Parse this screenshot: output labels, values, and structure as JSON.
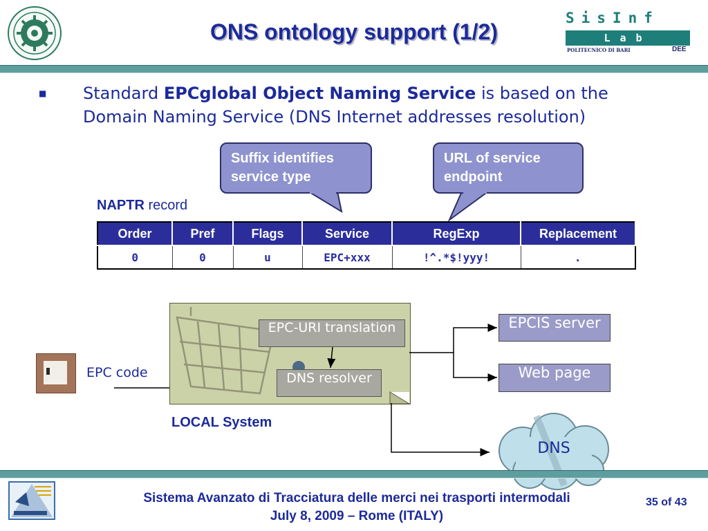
{
  "title": "ONS ontology support (1/2)",
  "header": {
    "brand_top": "SisInf",
    "brand_bar": "Lab",
    "brand_institution": "POLITECNICO DI BARI",
    "brand_dept": "DEE"
  },
  "bullet": {
    "pre": "Standard ",
    "bold": "EPCglobal Object Naming Service",
    "post": " is based on the Domain Naming Service (DNS Internet addresses resolution)"
  },
  "callouts": {
    "suffix": "Suffix identifies service type",
    "url": "URL of service endpoint"
  },
  "naptr": {
    "bold": "NAPTR",
    "rest": " record"
  },
  "table": {
    "headers": [
      "Order",
      "Pref",
      "Flags",
      "Service",
      "RegExp",
      "Replacement"
    ],
    "row": [
      "0",
      "0",
      "u",
      "EPC+xxx",
      "!^.*$!yyy!",
      "."
    ]
  },
  "diagram": {
    "epc_code": "EPC code",
    "epc_uri": "EPC-URI translation",
    "dns_resolver": "DNS resolver",
    "local_system": "LOCAL System",
    "epcis_server": "EPCIS server",
    "web_page": "Web page",
    "dns": "DNS"
  },
  "footer": {
    "line1": "Sistema Avanzato di Tracciatura delle merci nei trasporti intermodali",
    "line2": "July 8, 2009 – Rome (ITALY)",
    "page": "35 of 43"
  },
  "colors": {
    "title": "#1c2a9a",
    "accent_teal": "#1e7e7a",
    "callout": "#8e93cf",
    "table_header": "#2b2e9a",
    "local_system": "#ccd2a8",
    "server_box": "#9a9bc8",
    "cloud": "#bfe0ea"
  }
}
